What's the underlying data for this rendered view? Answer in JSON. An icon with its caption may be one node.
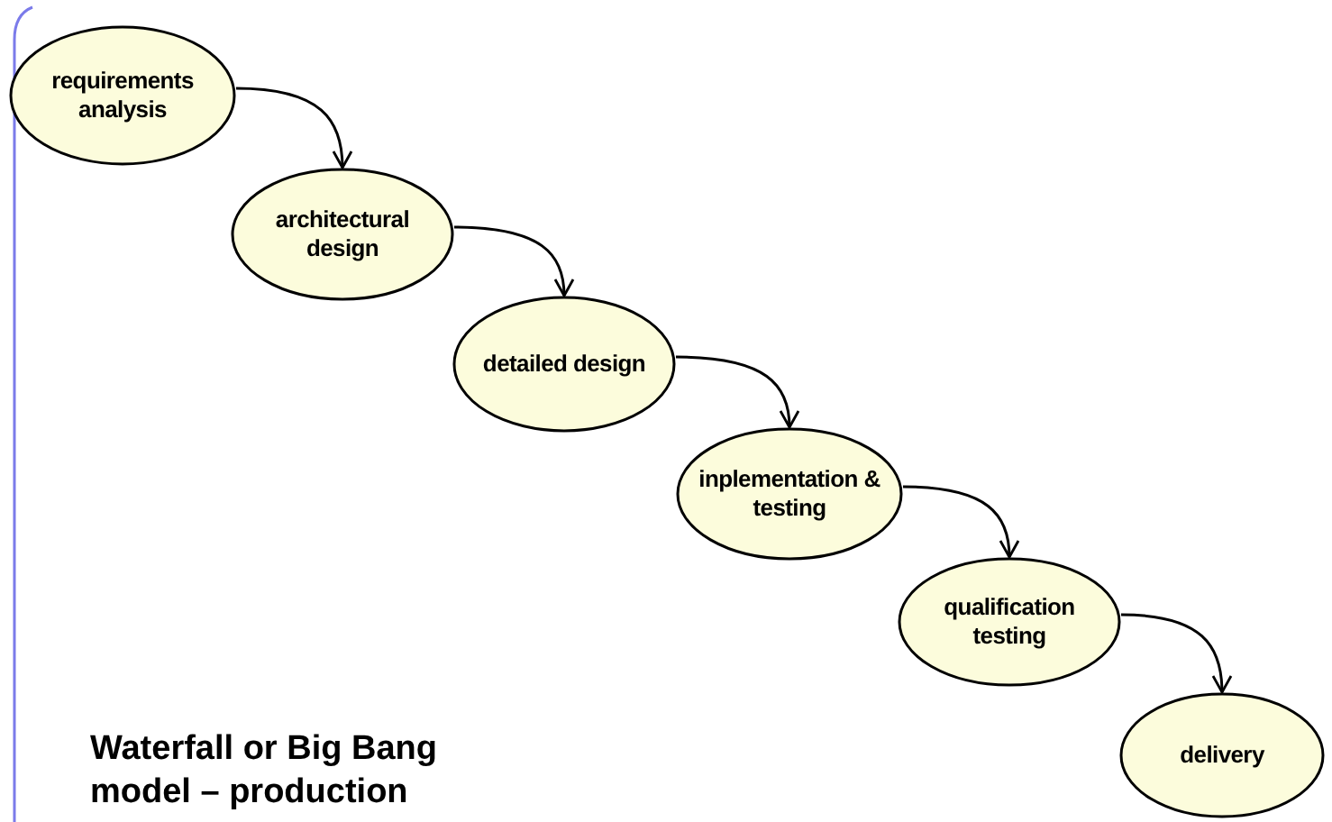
{
  "diagram": {
    "nodes": [
      {
        "text": [
          "requirements analysis"
        ]
      },
      {
        "text": [
          "architectural design"
        ]
      },
      {
        "text": [
          "detailed design"
        ]
      },
      {
        "text": [
          "inplementation & testing"
        ]
      },
      {
        "text": [
          "qualification testing"
        ]
      },
      {
        "text": [
          "delivery"
        ]
      }
    ],
    "edges": [
      {
        "from": 0,
        "to": 1,
        "arrow": "to"
      },
      {
        "from": 1,
        "to": 2,
        "arrow": "to"
      },
      {
        "from": 2,
        "to": 3,
        "arrow": "to"
      },
      {
        "from": 3,
        "to": 4,
        "arrow": "to"
      },
      {
        "from": 4,
        "to": 5,
        "arrow": "to"
      }
    ],
    "labels": [
      "Waterfall or Big Bang model – production"
    ]
  }
}
